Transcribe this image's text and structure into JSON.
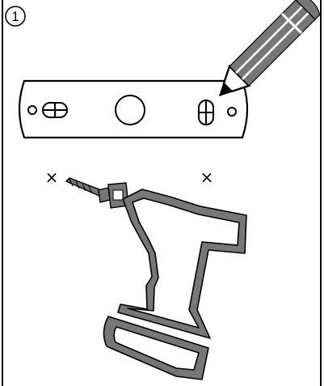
{
  "step": {
    "number": "1"
  },
  "marks": {
    "drill_hole_left": "×",
    "drill_hole_right": "×"
  },
  "colors": {
    "stroke": "#000000",
    "pencil_fill": "#777777",
    "drill_fill": "#777777",
    "background": "#ffffff"
  },
  "icons": [
    "pencil-icon",
    "drill-icon",
    "mounting-template",
    "step-number-badge"
  ]
}
